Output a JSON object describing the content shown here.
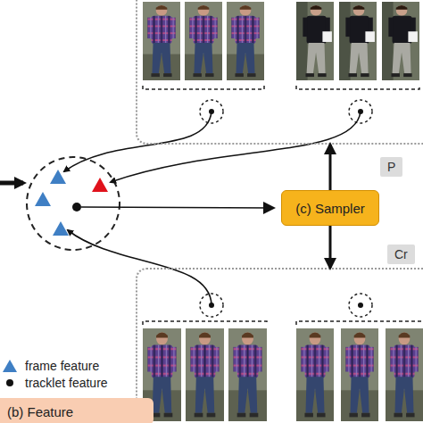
{
  "diagram": {
    "nodes": [
      {
        "text": [
          "P"
        ]
      },
      {
        "text": [
          "(c) Sampler"
        ]
      },
      {
        "text": [
          "Cr"
        ]
      },
      {
        "text": [
          "(b) Feature"
        ]
      }
    ],
    "edges": [
      {
        "from": 1,
        "to": 0,
        "arrow": "to"
      },
      {
        "from": 1,
        "to": 2,
        "arrow": "to"
      }
    ],
    "legend": [
      {
        "text": "frame feature"
      },
      {
        "text": "tracklet feature"
      }
    ]
  }
}
